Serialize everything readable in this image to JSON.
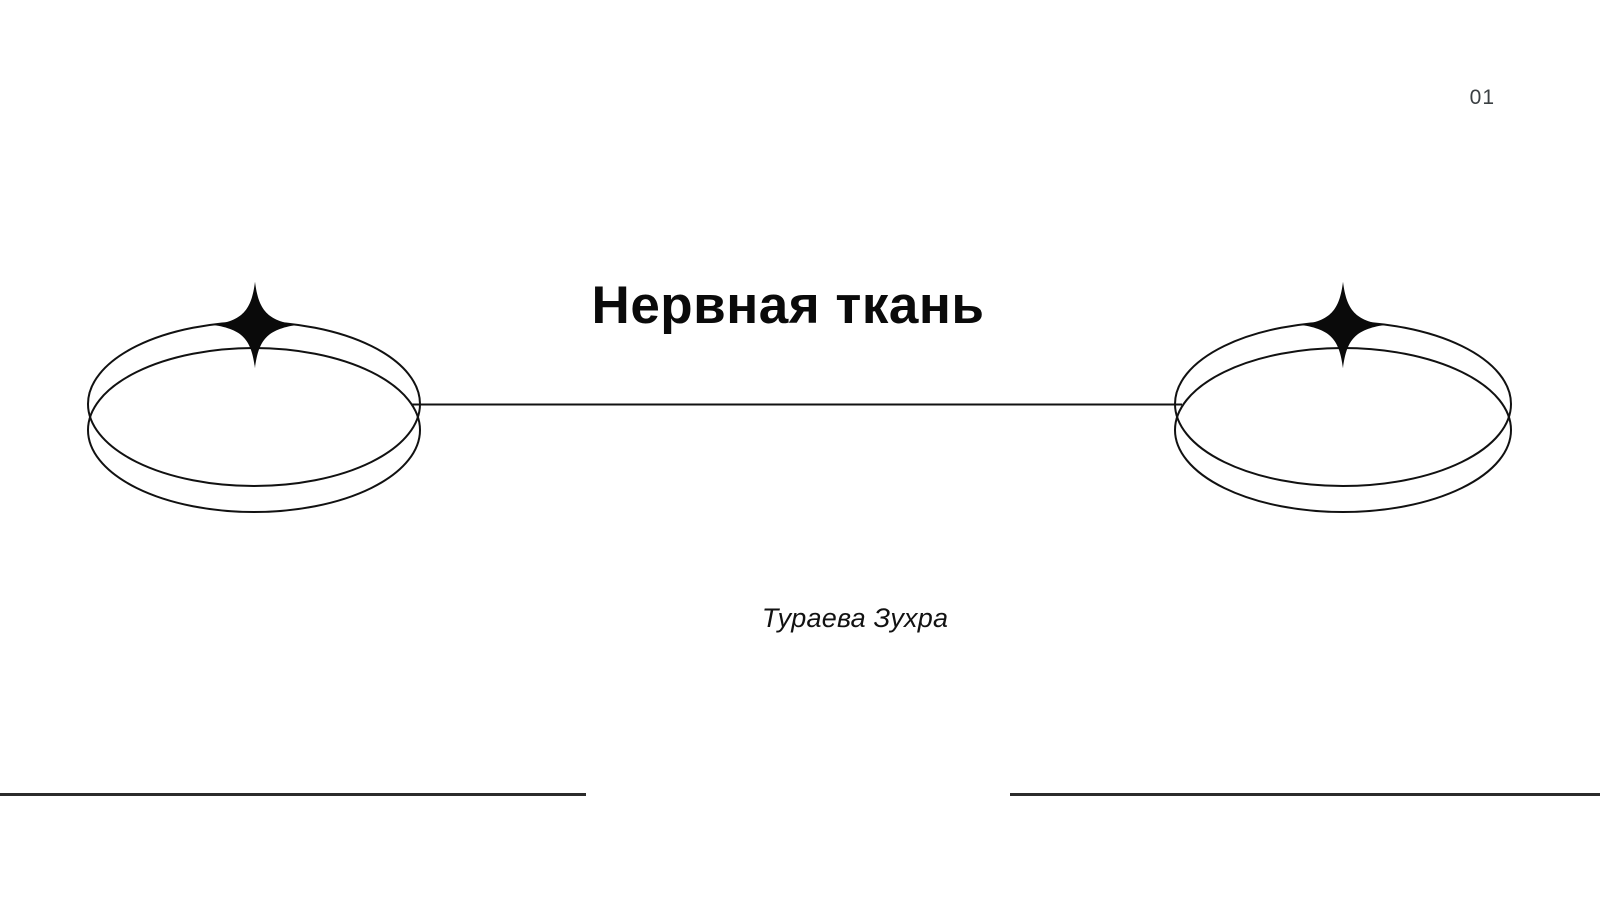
{
  "slide": {
    "page_number": "01",
    "title": "Нервная ткань",
    "subtitle": "Тураева Зухра",
    "background_color": "#ffffff",
    "title_color": "#0a0a0a",
    "subtitle_color": "#121212",
    "page_number_color": "#3b4043",
    "rule_color": "#2b2b2b",
    "stroke_color": "#111111"
  },
  "decorations": {
    "left_ring": {
      "icon": "torus-ring-outline",
      "sparkle_icon": "four-point-sparkle-icon"
    },
    "right_ring": {
      "icon": "torus-ring-outline",
      "sparkle_icon": "four-point-sparkle-icon"
    },
    "connector": {
      "icon": "horizontal-connector-line"
    }
  },
  "footer": {
    "left_rule": "",
    "right_rule": ""
  }
}
